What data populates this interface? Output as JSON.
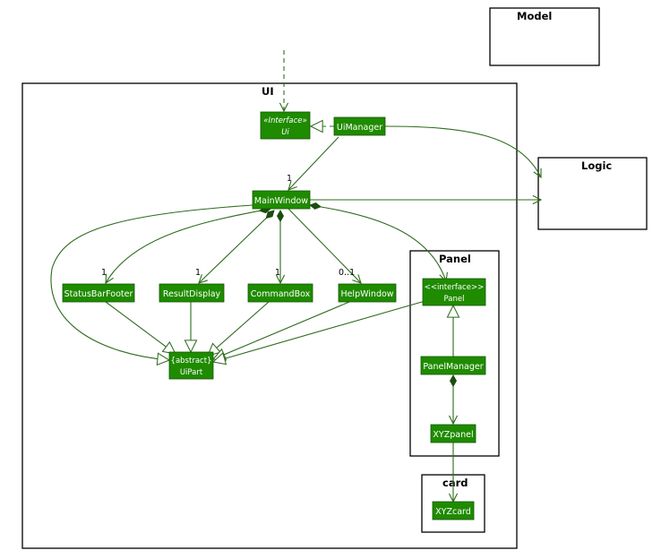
{
  "packages": {
    "model": "Model",
    "ui": "UI",
    "logic": "Logic",
    "panel": "Panel",
    "card": "card"
  },
  "classes": {
    "ui_interface": {
      "stereotype": "«Interface»",
      "name": "Ui"
    },
    "ui_manager": "UiManager",
    "main_window": "MainWindow",
    "status_bar_footer": "StatusBarFooter",
    "result_display": "ResultDisplay",
    "command_box": "CommandBox",
    "help_window": "HelpWindow",
    "ui_part": {
      "stereotype": "{abstract}",
      "name": "UiPart"
    },
    "panel_interface": {
      "stereotype": "<<interface>>",
      "name": "Panel"
    },
    "panel_manager": "PanelManager",
    "xyz_panel": "XYZpanel",
    "xyz_card": "XYZcard"
  },
  "multiplicities": {
    "main_window": "1",
    "status_bar_footer": "1",
    "result_display": "1",
    "command_box": "1",
    "help_window": "0..1"
  },
  "colors": {
    "class_fill": "#1f8b00",
    "class_text": "#ffffff",
    "edge": "#2e6b1e",
    "frame": "#000000"
  }
}
